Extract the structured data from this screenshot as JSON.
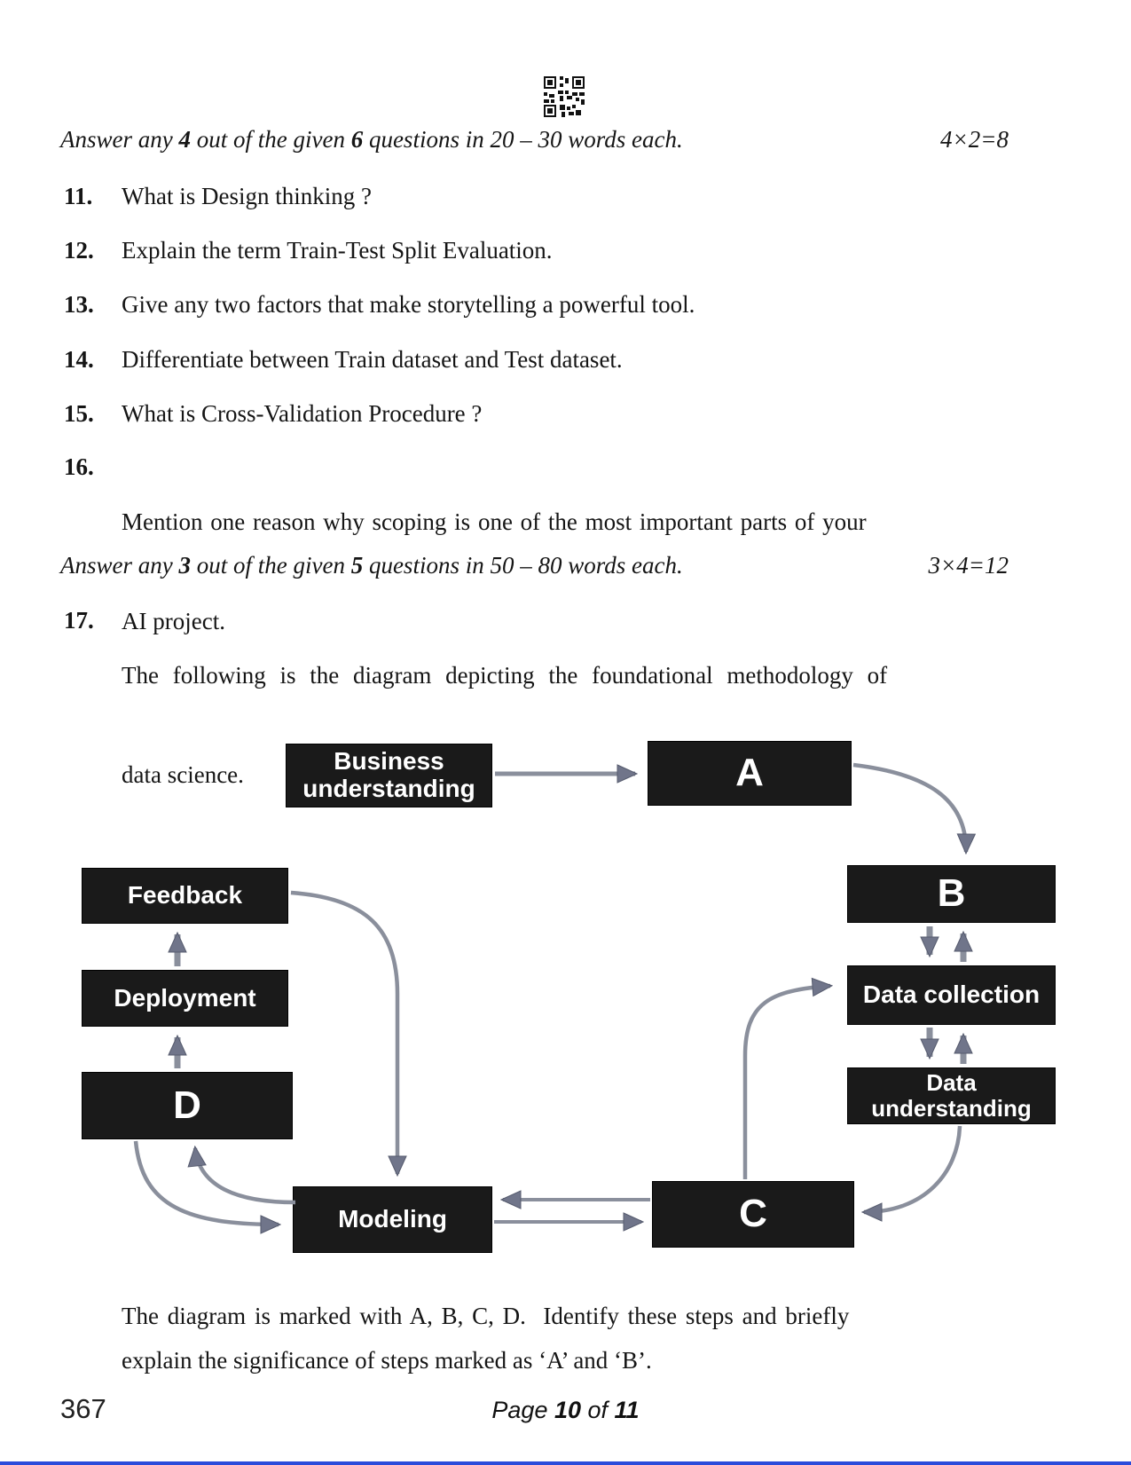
{
  "header": {
    "qr_code_icon": "qr-code"
  },
  "colors": {
    "box_bg": "#1a1a1a",
    "box_text": "#ffffff",
    "arrow": "#8a8f9c",
    "arrow_head": "#70758a",
    "bottom_scan_line": "#2a4bdb"
  },
  "instructions": [
    {
      "pre": "Answer any ",
      "n1": "4",
      "mid": " out of the given ",
      "n2": "6",
      "post": " questions in 20 – 30 words each.",
      "marks": "4×2=8"
    },
    {
      "pre": "Answer any ",
      "n1": "3",
      "mid": " out of the given ",
      "n2": "5",
      "post": " questions in 50 – 80 words each.",
      "marks": "3×4=12"
    }
  ],
  "questions": [
    {
      "no": "11.",
      "text": "What is Design thinking ?"
    },
    {
      "no": "12.",
      "text": "Explain the term Train-Test Split Evaluation."
    },
    {
      "no": "13.",
      "text": "Give any two factors that make storytelling a powerful tool."
    },
    {
      "no": "14.",
      "text": "Differentiate between Train dataset and Test dataset."
    },
    {
      "no": "15.",
      "text": "What is Cross-Validation Procedure ?"
    },
    {
      "no": "16.",
      "line1": "Mention one reason why scoping is one of the most important parts of your",
      "line2": "AI project."
    },
    {
      "no": "17.",
      "line1": "The following is the diagram depicting the foundational methodology of",
      "line2": "data science."
    }
  ],
  "diagram": {
    "boxes": {
      "business": "Business understanding",
      "a": "A",
      "b": "B",
      "data_collection": "Data collection",
      "data_understanding": "Data understanding",
      "c": "C",
      "modeling": "Modeling",
      "d": "D",
      "deployment": "Deployment",
      "feedback": "Feedback"
    }
  },
  "closing": {
    "line1": "The diagram is marked with A, B, C, D.  Identify these steps and briefly",
    "line2": "explain the significance of steps marked as ‘A’ and ‘B’."
  },
  "footer": {
    "code": "367",
    "page_word": "Page ",
    "page_num": "10",
    "of_word": " of ",
    "total": "11"
  }
}
